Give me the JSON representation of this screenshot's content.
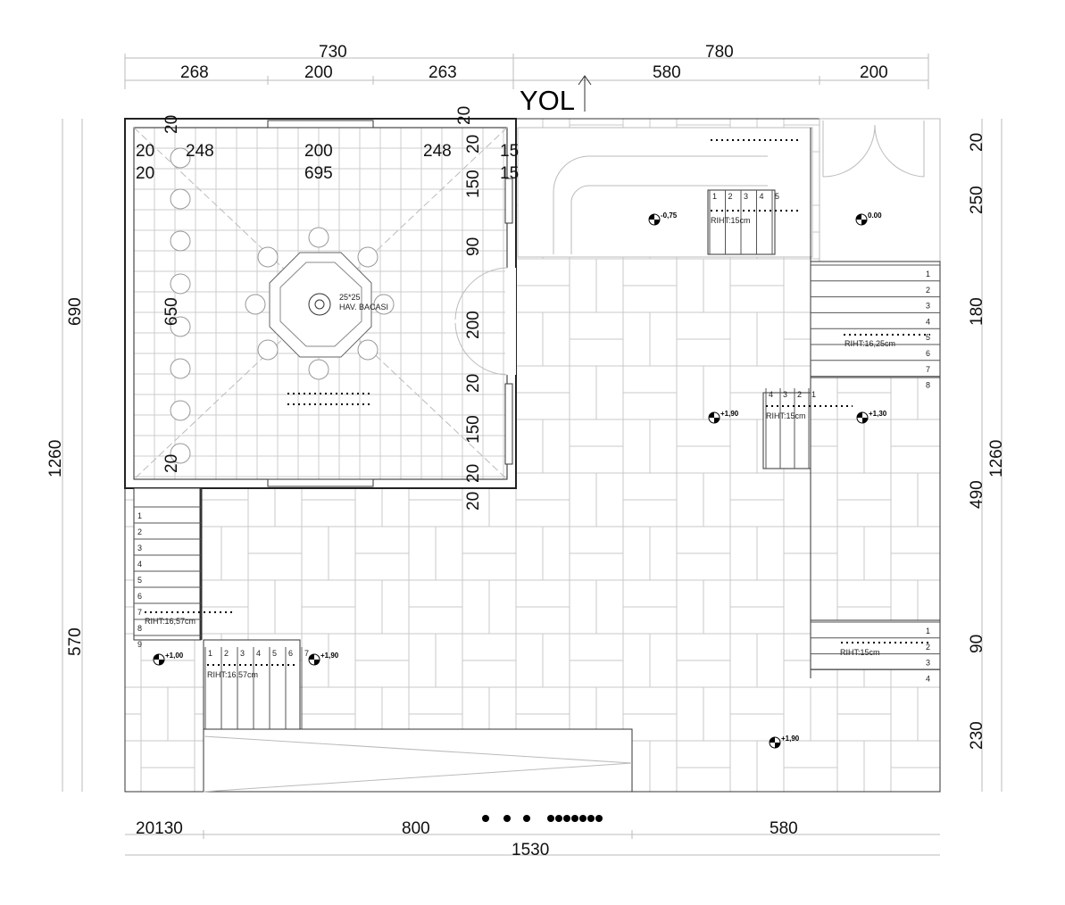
{
  "title": "YOL",
  "dims": {
    "top_overall": [
      "730",
      "780"
    ],
    "top_segments": [
      "268",
      "200",
      "263",
      "580",
      "200"
    ],
    "room_row1": [
      "20",
      "248",
      "200",
      "248",
      "20",
      "15"
    ],
    "room_row2": [
      "20",
      "695",
      "15"
    ],
    "room_vertical": [
      "20",
      "150",
      "90",
      "200",
      "20",
      "150",
      "20",
      "20"
    ],
    "room_left_vertical": [
      "20",
      "650",
      "20"
    ],
    "room_top_20": "20",
    "left": [
      "690",
      "1260",
      "570"
    ],
    "right": [
      "20",
      "250",
      "180",
      "1260",
      "490",
      "90",
      "230"
    ],
    "bottom": [
      "20130",
      "800",
      "580",
      "1530"
    ]
  },
  "chimney": {
    "size": "25*25",
    "label": "HAV. BACASI"
  },
  "stairs": {
    "top": {
      "steps": [
        "1",
        "2",
        "3",
        "4",
        "5"
      ],
      "riser": "RIHT:15cm"
    },
    "right_upper": {
      "steps": [
        "1",
        "2",
        "3",
        "4",
        "5",
        "6",
        "7",
        "8"
      ],
      "riser": "RIHT:16,25cm"
    },
    "middle": {
      "steps": [
        "4",
        "3",
        "2",
        "1"
      ],
      "riser": "RIHT:15cm"
    },
    "right_lower": {
      "steps": [
        "1",
        "2",
        "3",
        "4"
      ],
      "riser": "RIHT:15cm"
    },
    "left": {
      "steps": [
        "1",
        "2",
        "3",
        "4",
        "5",
        "6",
        "7",
        "8",
        "9"
      ],
      "riser": "RIHT:16,57cm"
    },
    "bottom": {
      "steps": [
        "1",
        "2",
        "3",
        "4",
        "5",
        "6",
        "7"
      ],
      "riser": "RIHT:16,57cm"
    }
  },
  "elevations": [
    "-0,75",
    "0.00",
    "+1,90",
    "+1,30",
    "+1,00",
    "+1,90",
    "+1,90"
  ]
}
